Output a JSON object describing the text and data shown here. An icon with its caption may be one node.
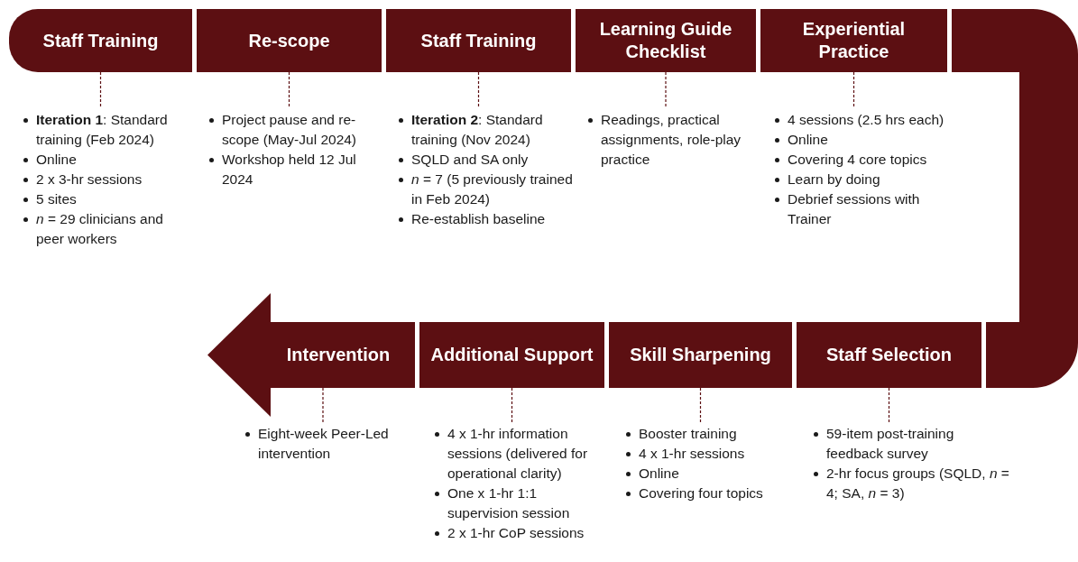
{
  "diagram": {
    "nodes": [
      {
        "text": [
          "Staff Training"
        ]
      },
      {
        "text": [
          "**Iteration 1**: Standard training (Feb 2024)",
          "Online",
          "2 x 3-hr sessions",
          "5 sites",
          "*n* = 29 clinicians and peer workers"
        ]
      },
      {
        "text": [
          "Re-scope"
        ]
      },
      {
        "text": [
          "Project pause and re-scope (May-Jul 2024)",
          "Workshop held 12 Jul 2024"
        ]
      },
      {
        "text": [
          "Staff Training"
        ]
      },
      {
        "text": [
          "**Iteration 2**: Standard training (Nov 2024)",
          "SQLD and SA only",
          "*n* = 7 (5 previously trained in Feb 2024)",
          "Re-establish baseline"
        ]
      },
      {
        "text": [
          "Learning Guide Checklist"
        ]
      },
      {
        "text": [
          "Readings, practical assignments, role-play practice"
        ]
      },
      {
        "text": [
          "Experiential Practice"
        ]
      },
      {
        "text": [
          "4 sessions (2.5 hrs each)",
          "Online",
          "Covering 4 core topics",
          "Learn by doing",
          "Debrief sessions with Trainer"
        ]
      },
      {
        "text": [
          "Intervention"
        ]
      },
      {
        "text": [
          "Eight-week Peer-Led intervention"
        ]
      },
      {
        "text": [
          "Additional Support"
        ]
      },
      {
        "text": [
          "4 x 1-hr information sessions (delivered for operational clarity)",
          "One x 1-hr 1:1 supervision session",
          "2 x 1-hr CoP sessions"
        ]
      },
      {
        "text": [
          "Skill Sharpening"
        ]
      },
      {
        "text": [
          "Booster training",
          "4 x 1-hr sessions",
          "Online",
          "Covering four topics"
        ]
      },
      {
        "text": [
          "Staff Selection"
        ]
      },
      {
        "text": [
          "59-item post-training feedback survey",
          "2-hr focus groups (SQLD, *n* = 4; SA, *n* = 3)"
        ]
      },
      {
        "text": [],
        "shape": "bar"
      }
    ],
    "edges": [
      {
        "from": 0,
        "to": 1,
        "arrow": "none",
        "style": "dashed"
      },
      {
        "from": 2,
        "to": 3,
        "arrow": "none",
        "style": "dashed"
      },
      {
        "from": 4,
        "to": 5,
        "arrow": "none",
        "style": "dashed"
      },
      {
        "from": 6,
        "to": 7,
        "arrow": "none",
        "style": "dashed"
      },
      {
        "from": 8,
        "to": 9,
        "arrow": "none",
        "style": "dashed"
      },
      {
        "from": 10,
        "to": 11,
        "arrow": "none",
        "style": "dashed"
      },
      {
        "from": 12,
        "to": 13,
        "arrow": "none",
        "style": "dashed"
      },
      {
        "from": 14,
        "to": 15,
        "arrow": "none",
        "style": "dashed"
      },
      {
        "from": 16,
        "to": 17,
        "arrow": "none",
        "style": "dashed"
      }
    ]
  }
}
